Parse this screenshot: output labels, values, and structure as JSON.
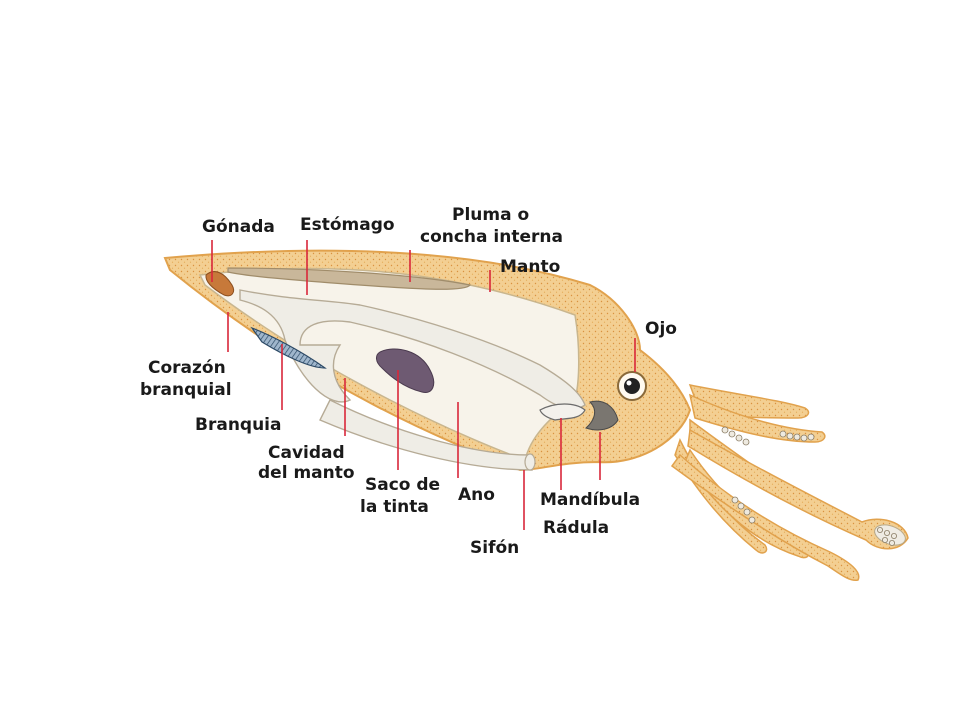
{
  "colors": {
    "background": "#ffffff",
    "body_fill": "#f3cf92",
    "body_edge": "#e1a24d",
    "inner_fill": "#f7f3ea",
    "leader": "#d9273a",
    "ink_sac": "#6e5a72",
    "gill": "#4d6a86",
    "gonad": "#c7793a",
    "label_text": "#1a1a1a"
  },
  "labels": {
    "gonada": "Gónada",
    "estomago": "Estómago",
    "pluma_1": "Pluma o",
    "pluma_2": "concha interna",
    "manto": "Manto",
    "ojo": "Ojo",
    "corazon_1": "Corazón",
    "corazon_2": "branquial",
    "branquia": "Branquia",
    "cavidad_1": "Cavidad",
    "cavidad_2": "del manto",
    "saco_1": "Saco de",
    "saco_2": "la tinta",
    "ano": "Ano",
    "mandibula": "Mandíbula",
    "radula": "Rádula",
    "sifon": "Sifón"
  }
}
